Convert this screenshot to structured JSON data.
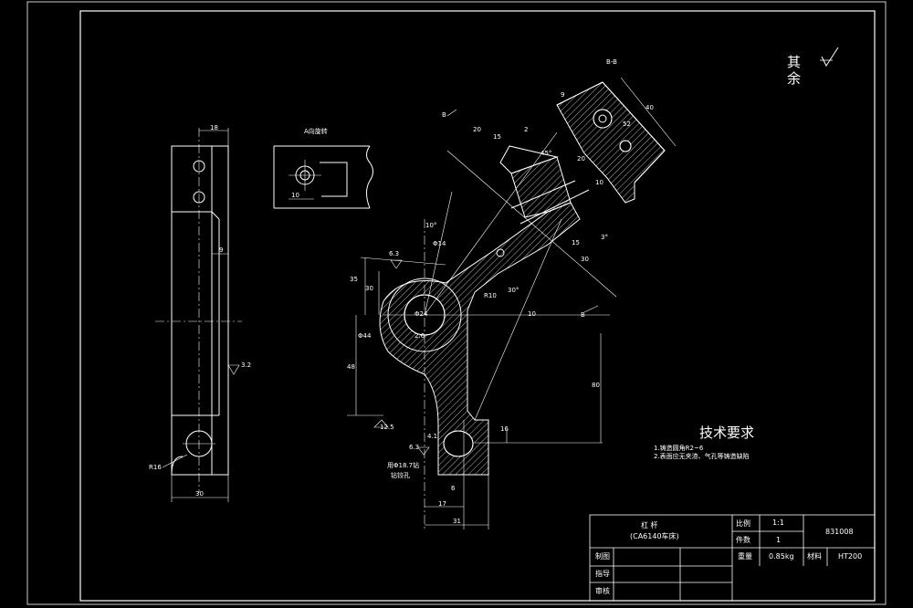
{
  "view_labels": {
    "view_a": "A向旋转",
    "section_b": "B-B",
    "section_mark_top": "B",
    "section_mark_right": "B"
  },
  "dimensions": {
    "side_top_width": "18",
    "side_slot": "9",
    "side_roughness": "3.2",
    "side_radius": "R16",
    "side_bottom_width": "30",
    "a_view_width": "10",
    "b_width_40": "40",
    "b_dim_9": "9",
    "b_dim_20": "20",
    "b_dim_10": "10",
    "b_dim_52": "52",
    "main_20": "20",
    "main_15": "15",
    "main_2": "2",
    "main_angle_45": "45°",
    "main_10deg": "10°",
    "main_phi14": "Φ14",
    "main_rough_63": "6.3",
    "main_35": "35",
    "main_30": "30",
    "main_R10": "R10",
    "main_30deg": "30°",
    "main_15b": "15",
    "main_30b": "30",
    "main_10b": "10",
    "main_3deg": "3°",
    "main_phi24": "Φ24",
    "main_phi44": "Φ44",
    "main_2_6": "2.6",
    "main_48": "48",
    "main_80": "80",
    "main_16": "16",
    "main_12_5": "12.5",
    "main_6_3b": "6.3",
    "main_41": "4.1",
    "main_hole_note": "用Φ18.7钻",
    "main_hole_note2": "钻铰孔",
    "main_6": "6",
    "main_17": "17",
    "main_31": "31"
  },
  "roughness_symbol": {
    "label_line1": "其",
    "label_line2": "余"
  },
  "technical_requirements": {
    "title": "技术要求",
    "items": [
      "1.铸造圆角R2~6",
      "2.表面应无夹渣、气孔等铸造缺陷"
    ]
  },
  "title_block": {
    "part_name": "杠    杆",
    "part_subtitle": "(CA6140车床)",
    "scale_label": "比例",
    "scale_value": "1:1",
    "qty_label": "件数",
    "qty_value": "1",
    "drawing_no": "831008",
    "weight_label": "重量",
    "weight_value": "0.85kg",
    "material_label": "材料",
    "material_value": "HT200",
    "drawn_by": "制图",
    "checked_by": "指导",
    "approved_by": "审核"
  }
}
